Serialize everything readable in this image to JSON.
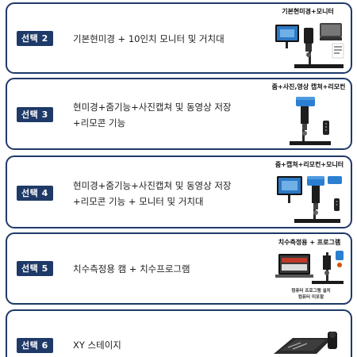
{
  "options": [
    {
      "badge": "선택 2",
      "description_lines": [
        "기본현미경 + 10인치 모니터 및 거치대"
      ],
      "image_caption": "기본현미경+모니터",
      "image_icon": "microscope-with-monitor-and-case-icon"
    },
    {
      "badge": "선택 3",
      "description_lines": [
        "현미경+줌기능+사진캡쳐 및 동영상 저장",
        "+리모콘 기능"
      ],
      "image_caption": "줌+사진,영상 캡쳐+리모컨",
      "image_icon": "zoom-microscope-with-remote-icon"
    },
    {
      "badge": "선택 4",
      "description_lines": [
        "현미경+줌기능+사진캡쳐 및 동영상 저장",
        "+리모콘 기능 + 모니터 및 거치대"
      ],
      "image_caption": "줌+캡쳐+리모컨+모니터",
      "image_icon": "zoom-microscope-with-monitor-and-remote-icon"
    },
    {
      "badge": "선택 5",
      "description_lines": [
        "치수측정용 캠 + 치수프로그램"
      ],
      "image_caption": "치수측정용 + 프로그램",
      "image_sub_captions": [
        "컴퓨터 프로그램 설치",
        "컴퓨터 미포함"
      ],
      "image_icon": "measurement-camera-with-computer-icon"
    },
    {
      "badge": "선택 6",
      "description_lines": [
        "XY 스테이지"
      ],
      "image_icon": "xy-stage-icon"
    }
  ],
  "colors": {
    "border": "#1f3a68",
    "badge_bg": "#1f3a68",
    "badge_text": "#ffffff",
    "text": "#1e1e1e"
  }
}
